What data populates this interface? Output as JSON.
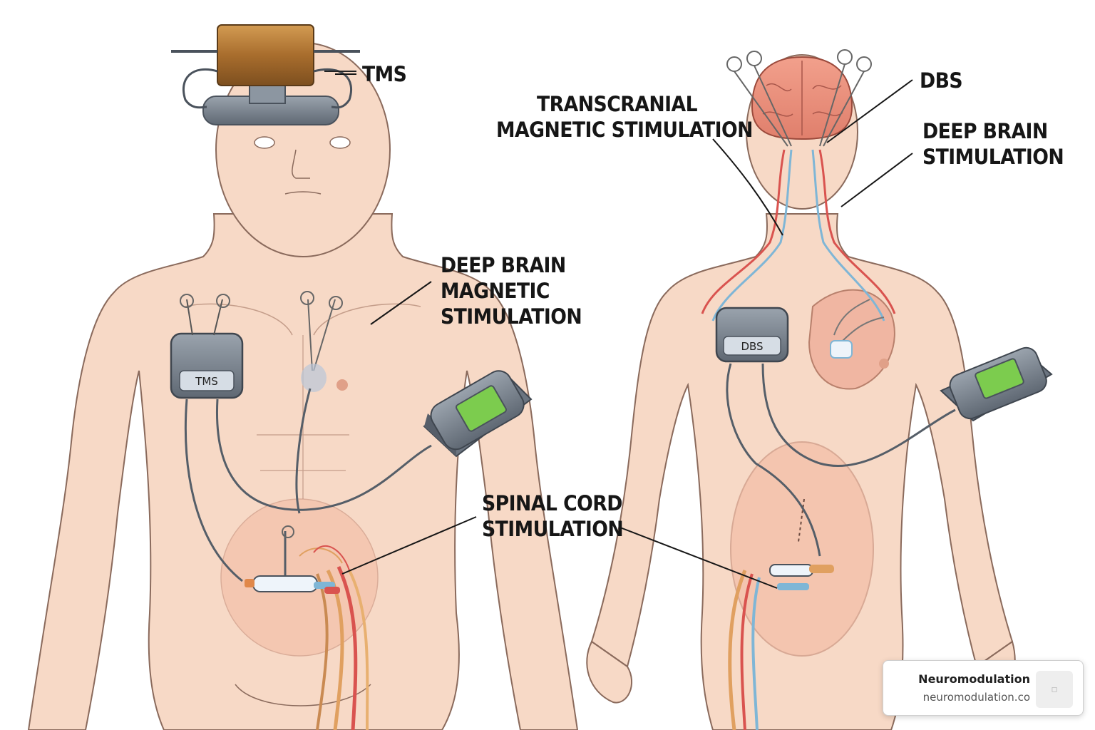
{
  "labels": {
    "tms": "TMS",
    "tms_long": [
      "TRANSCRANIAL",
      "MAGNETIC STIMULATION"
    ],
    "dbs": "DBS",
    "deep_brain_stim": [
      "DEEP BRAIN",
      "STIMULATION"
    ],
    "deep_brain_magnetic": [
      "DEEP BRAIN",
      "MAGNETIC",
      "STIMULATION"
    ],
    "spinal_cord": [
      "SPINAL CORD",
      "STIMULATION"
    ]
  },
  "devices": {
    "left_chest": "TMS",
    "right_chest": "DBS"
  },
  "source": {
    "title": "Neuromodulation",
    "url": "neuromodulation.co"
  },
  "colors": {
    "skin": "#f7d9c6",
    "skin_outline": "#8a6a5c",
    "coil": "#b07a3a",
    "device": "#737c87",
    "screen": "#7ccc4e",
    "nerve_red": "#d9534f",
    "nerve_blue": "#7fb6d6",
    "nerve_orange": "#e0a060"
  }
}
